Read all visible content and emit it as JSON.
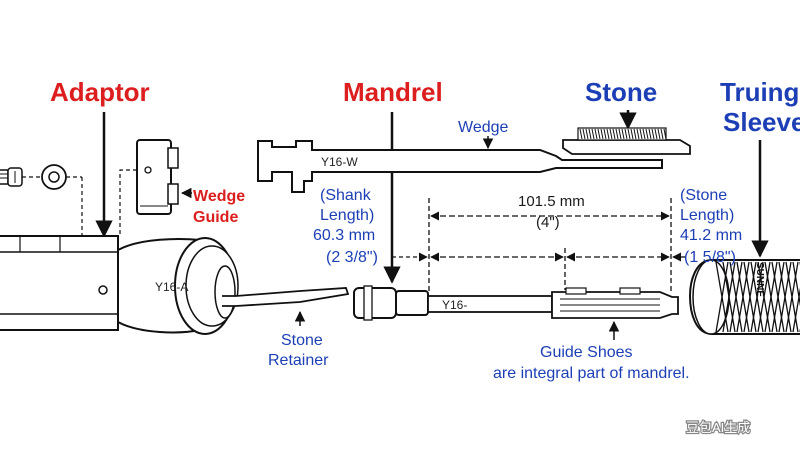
{
  "title_labels": {
    "adaptor": "Adaptor",
    "mandrel": "Mandrel",
    "stone": "Stone",
    "truing_sleeve_1": "Truing",
    "truing_sleeve_2": "Sleeve"
  },
  "callouts": {
    "wedge": "Wedge",
    "wedge_guide_1": "Wedge",
    "wedge_guide_2": "Guide",
    "stone_retainer_1": "Stone",
    "stone_retainer_2": "Retainer",
    "guide_shoes_1": "Guide Shoes",
    "guide_shoes_2": "are integral part of mandrel."
  },
  "part_numbers": {
    "wedge": "Y16-W",
    "adaptor": "Y16-A",
    "mandrel": "Y16-"
  },
  "dimensions": {
    "overall_mm": "101.5 mm",
    "overall_in": "(4\")",
    "shank_1": "(Shank",
    "shank_2": "Length)",
    "shank_mm": "60.3 mm",
    "shank_in": "(2 3/8\")",
    "stone_1": "(Stone",
    "stone_2": "Length)",
    "stone_mm": "41.2 mm",
    "stone_in": "(1 5/8\")"
  },
  "sleeve_brand": "SUNNE",
  "watermark": "豆包AI生成",
  "colors": {
    "red": "#dc1e1e",
    "blue": "#1d3fb5",
    "line": "#111111"
  }
}
